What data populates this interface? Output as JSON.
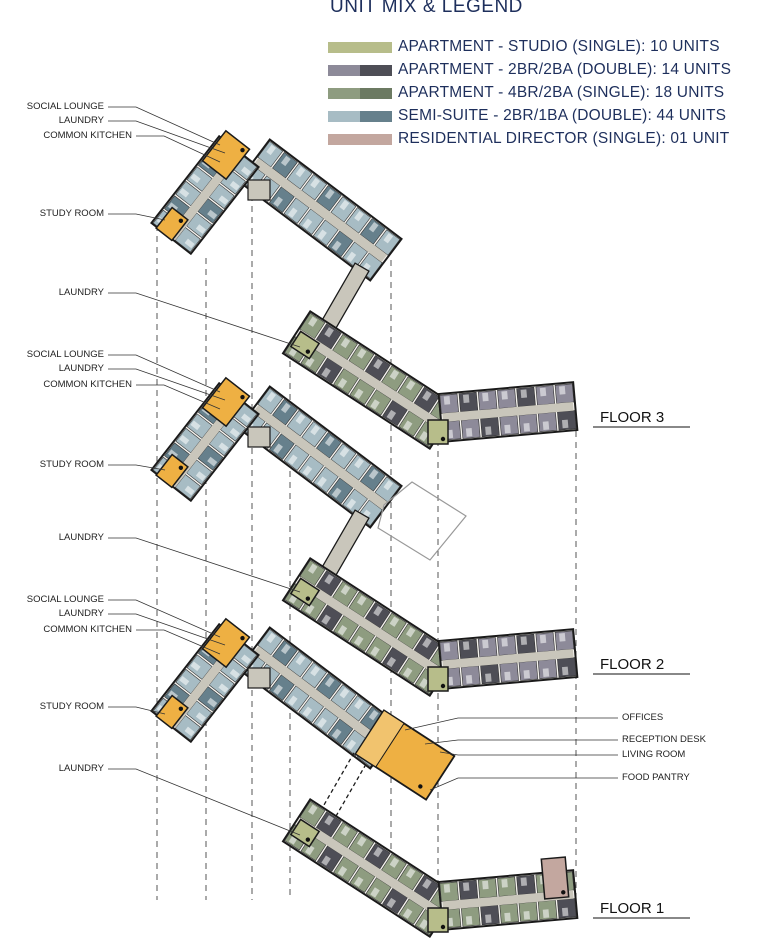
{
  "legend": {
    "title": "UNIT MIX & LEGEND",
    "items": [
      {
        "label": "APARTMENT - STUDIO (SINGLE): 10 UNITS",
        "colors": [
          "#b7bd8a",
          "#b7bd8a"
        ]
      },
      {
        "label": "APARTMENT - 2BR/2BA (DOUBLE): 14 UNITS",
        "colors": [
          "#8d8a99",
          "#4e4e56"
        ]
      },
      {
        "label": "APARTMENT - 4BR/2BA (SINGLE): 18 UNITS",
        "colors": [
          "#8e9c80",
          "#6c7a62"
        ]
      },
      {
        "label": "SEMI-SUITE - 2BR/1BA (DOUBLE): 44 UNITS",
        "colors": [
          "#a7bcc4",
          "#66808c"
        ]
      },
      {
        "label": "RESIDENTIAL DIRECTOR (SINGLE): 01 UNIT",
        "colors": [
          "#c3a79f",
          "#c3a79f"
        ]
      }
    ]
  },
  "floors": [
    "FLOOR 3",
    "FLOOR 2",
    "FLOOR 1"
  ],
  "labels_left": {
    "f3": [
      "SOCIAL LOUNGE",
      "LAUNDRY",
      "COMMON KITCHEN",
      "STUDY ROOM",
      "LAUNDRY"
    ],
    "f2": [
      "SOCIAL LOUNGE",
      "LAUNDRY",
      "COMMON KITCHEN",
      "STUDY ROOM",
      "LAUNDRY"
    ],
    "f1": [
      "SOCIAL LOUNGE",
      "LAUNDRY",
      "COMMON KITCHEN",
      "STUDY ROOM",
      "LAUNDRY"
    ]
  },
  "labels_right": [
    "OFFICES",
    "RECEPTION DESK",
    "LIVING ROOM",
    "FOOD PANTRY"
  ],
  "colors": {
    "corridor": "#c9c6bb",
    "amenity": "#eeb043",
    "semi_suite": "#a7bcc4",
    "semi_suite_dark": "#66808c",
    "four_br": "#8e9c80",
    "two_br": "#8d8a99",
    "two_br_dark": "#4e4e56",
    "studio": "#b7bd8a",
    "director": "#c3a79f",
    "text": "#1e2f5c"
  }
}
